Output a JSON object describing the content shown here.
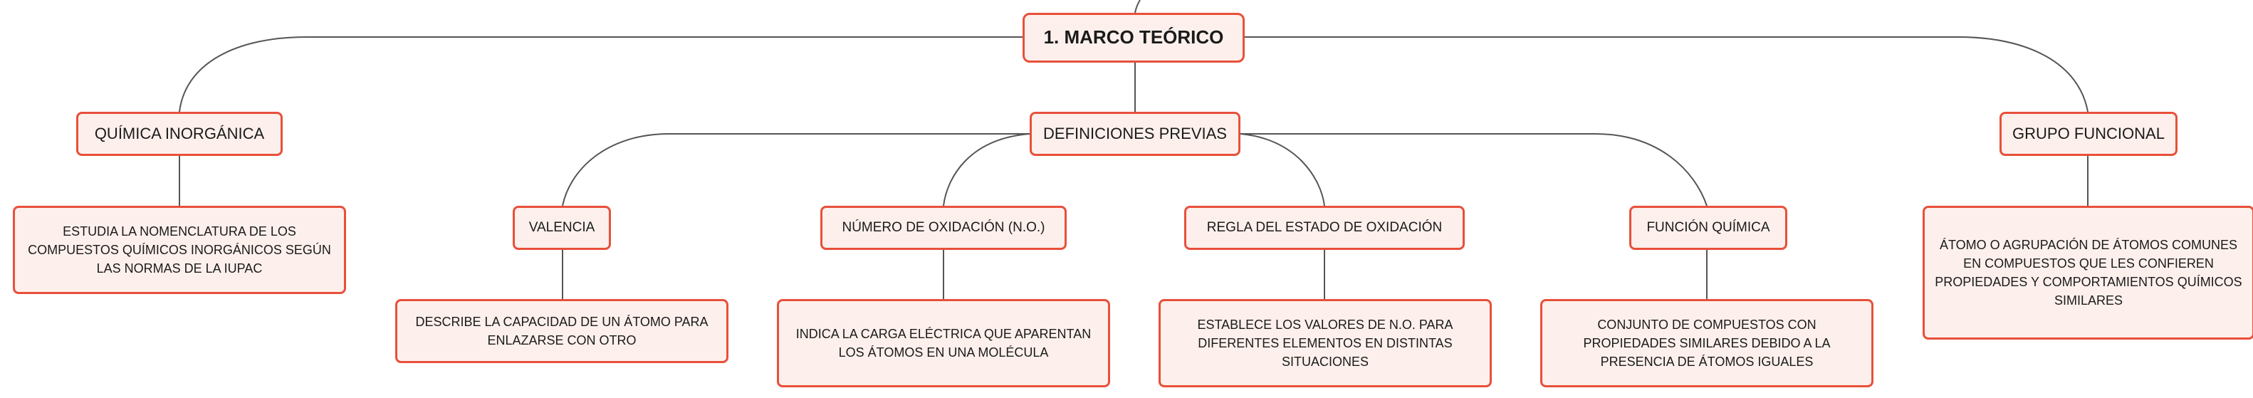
{
  "diagram": {
    "root": "1. MARCO TEÓRICO",
    "branches": [
      {
        "label": "QUÍMICA INORGÁNICA",
        "description": "ESTUDIA LA NOMENCLATURA DE LOS COMPUESTOS QUÍMICOS INORGÁNICOS SEGÚN LAS NORMAS DE LA IUPAC"
      },
      {
        "label": "DEFINICIONES PREVIAS",
        "children": [
          {
            "label": "VALENCIA",
            "description": "DESCRIBE LA CAPACIDAD DE UN ÁTOMO PARA ENLAZARSE CON OTRO"
          },
          {
            "label": "NÚMERO DE OXIDACIÓN (N.O.)",
            "description": "INDICA LA CARGA ELÉCTRICA QUE APARENTAN LOS ÁTOMOS EN UNA MOLÉCULA"
          },
          {
            "label": "REGLA DEL ESTADO DE OXIDACIÓN",
            "description": "ESTABLECE LOS VALORES DE N.O. PARA DIFERENTES ELEMENTOS EN DISTINTAS SITUACIONES"
          },
          {
            "label": "FUNCIÓN QUÍMICA",
            "description": "CONJUNTO DE COMPUESTOS CON PROPIEDADES SIMILARES DEBIDO A LA PRESENCIA DE ÁTOMOS IGUALES"
          }
        ]
      },
      {
        "label": "GRUPO FUNCIONAL",
        "description": "ÁTOMO O AGRUPACIÓN DE ÁTOMOS COMUNES EN COMPUESTOS QUE LES CONFIEREN PROPIEDADES Y COMPORTAMIENTOS QUÍMICOS SIMILARES"
      }
    ]
  },
  "colors": {
    "node_border": "#e8503a",
    "node_fill": "#fdf0ec",
    "connector": "#555555"
  }
}
